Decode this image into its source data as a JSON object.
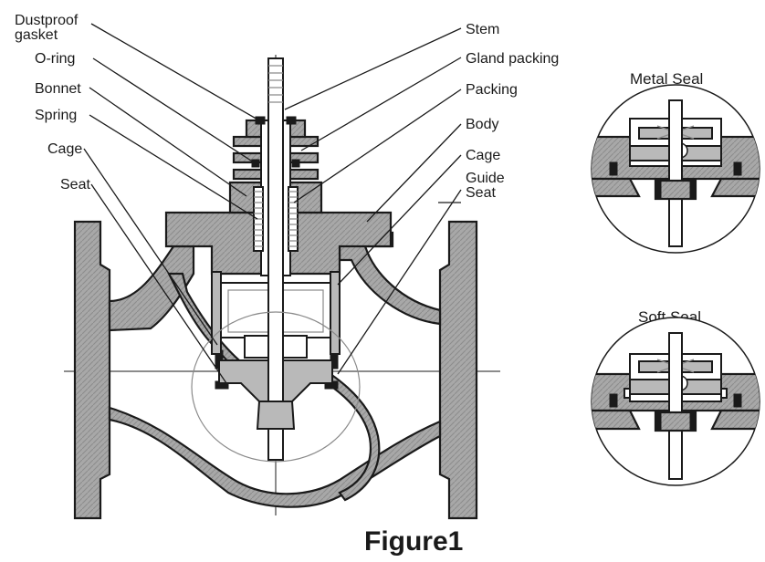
{
  "figure": {
    "title": "Figure1"
  },
  "labels_left": [
    {
      "id": "dustproof-gasket",
      "lines": [
        "Dustproof",
        "gasket"
      ]
    },
    {
      "id": "o-ring",
      "lines": [
        "O-ring"
      ]
    },
    {
      "id": "bonnet",
      "lines": [
        "Bonnet"
      ]
    },
    {
      "id": "spring",
      "lines": [
        "Spring"
      ]
    },
    {
      "id": "cage-left",
      "lines": [
        "Cage"
      ]
    },
    {
      "id": "seat-left",
      "lines": [
        "Seat"
      ]
    }
  ],
  "labels_right": [
    {
      "id": "stem",
      "lines": [
        "Stem"
      ]
    },
    {
      "id": "gland-packing",
      "lines": [
        "Gland packing"
      ]
    },
    {
      "id": "packing",
      "lines": [
        "Packing"
      ]
    },
    {
      "id": "body",
      "lines": [
        "Body"
      ]
    },
    {
      "id": "cage-right",
      "lines": [
        "Cage"
      ]
    },
    {
      "id": "guide-seat",
      "lines": [
        "Guide",
        "Seat"
      ]
    }
  ],
  "details": [
    {
      "id": "metal-seal",
      "title": "Metal Seal"
    },
    {
      "id": "soft-seal",
      "title": "Soft Seal"
    }
  ]
}
